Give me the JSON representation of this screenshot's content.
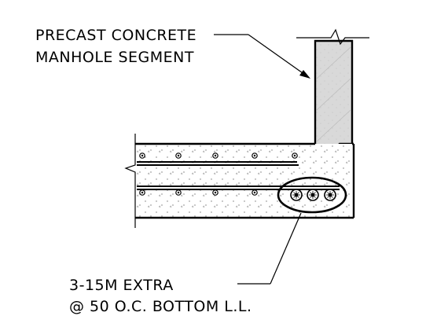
{
  "labels": {
    "segment_line1": "PRECAST CONCRETE",
    "segment_line2": "MANHOLE SEGMENT",
    "rebar_line1": "3-15M EXTRA",
    "rebar_line2": "@ 50 O.C. BOTTOM L.L."
  },
  "colors": {
    "line": "#000000",
    "concrete_fill": "#d9d9d9",
    "background": "#ffffff"
  }
}
